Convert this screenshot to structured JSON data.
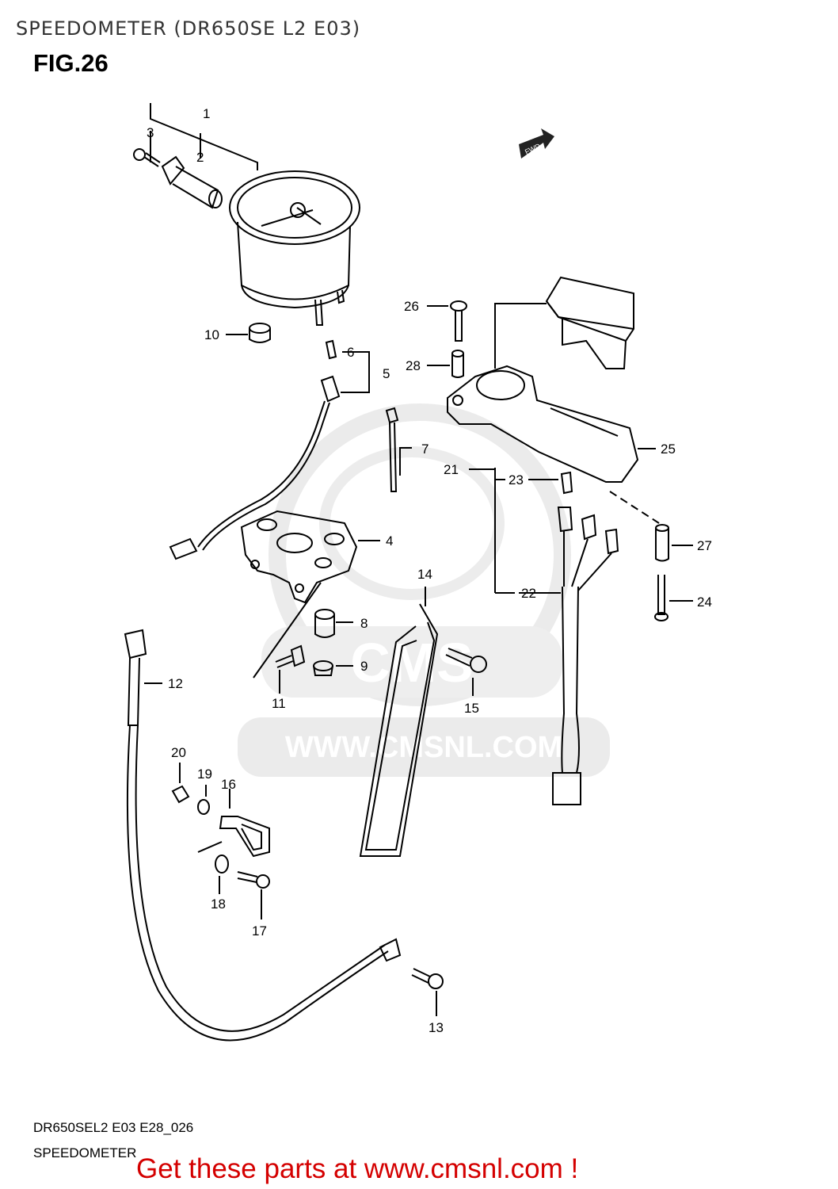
{
  "header": {
    "page_title": "SPEEDOMETER (DR650SE L2 E03)",
    "figure_label": "FIG.26"
  },
  "diagram": {
    "direction_badge": "FWD",
    "watermark_text": "WWW.CMSNL.COM",
    "watermark_logo": "CMS",
    "callouts": {
      "c1": "1",
      "c2": "2",
      "c3": "3",
      "c4": "4",
      "c5": "5",
      "c6": "6",
      "c7": "7",
      "c8": "8",
      "c9": "9",
      "c10": "10",
      "c11": "11",
      "c12": "12",
      "c13": "13",
      "c14": "14",
      "c15": "15",
      "c16": "16",
      "c17": "17",
      "c18": "18",
      "c19": "19",
      "c20": "20",
      "c21": "21",
      "c22": "22",
      "c23": "23",
      "c24": "24",
      "c25": "25",
      "c26": "26",
      "c27": "27",
      "c28": "28"
    }
  },
  "footer": {
    "diagram_code": "DR650SEL2 E03 E28_026",
    "diagram_name": "SPEEDOMETER",
    "promo_text": "Get these parts at www.cmsnl.com !"
  },
  "colors": {
    "promo": "#d40000",
    "line": "#000000",
    "watermark": "#e6e6e6"
  }
}
